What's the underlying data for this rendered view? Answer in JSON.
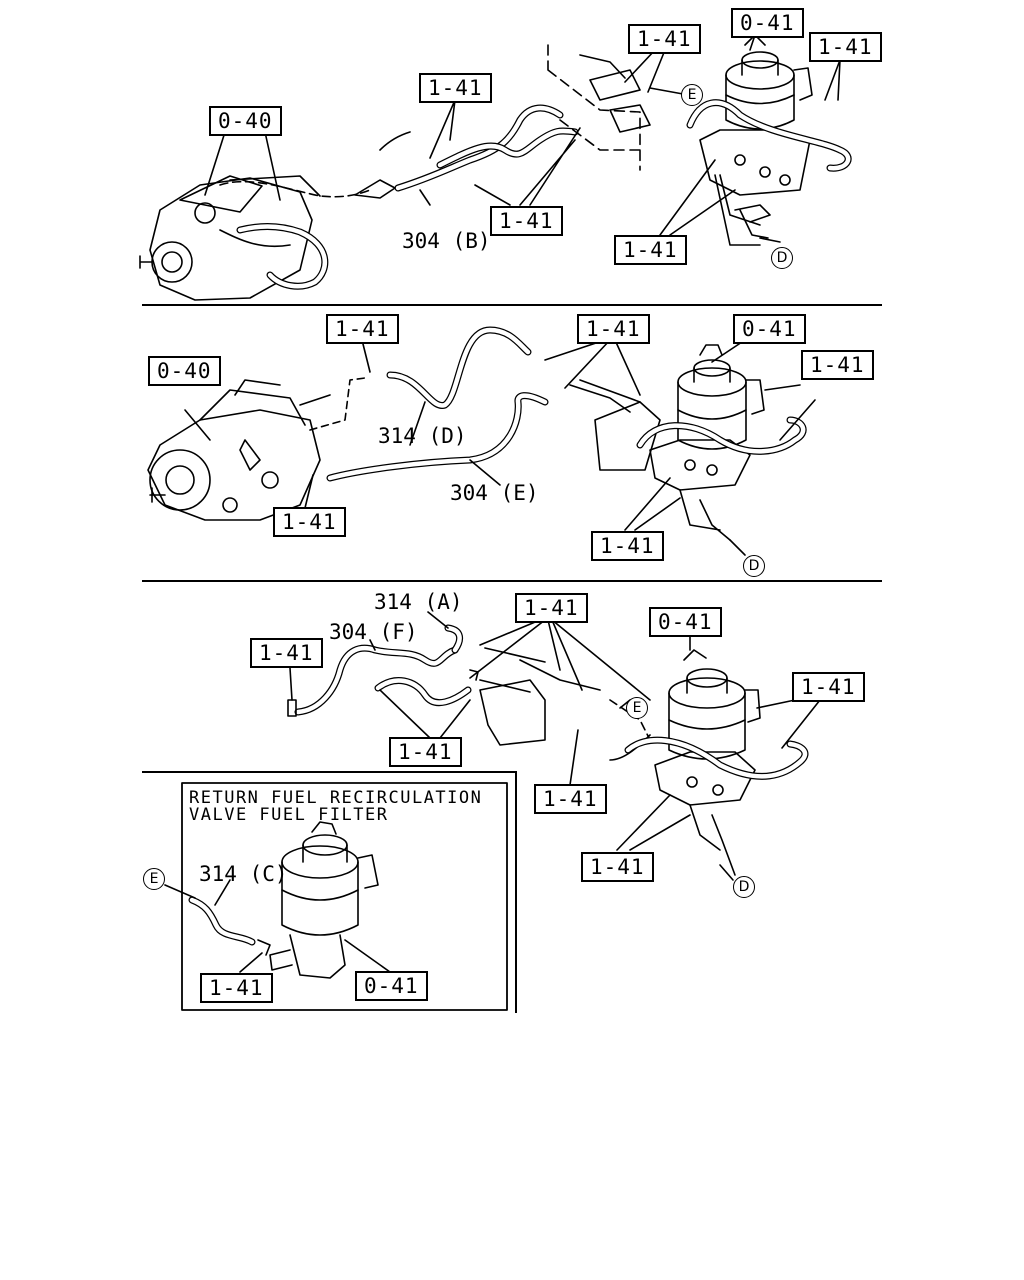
{
  "labels": {
    "code_0_40": "0-40",
    "code_0_41": "0-41",
    "code_1_41": "1-41",
    "hose_304_b": "304 (B)",
    "hose_314_d": "314 (D)",
    "hose_304_e": "304 (E)",
    "hose_314_a": "314 (A)",
    "hose_304_f": "304 (F)",
    "hose_314_c": "314 (C)"
  },
  "connectors": {
    "d": "D",
    "e": "E"
  },
  "inset": {
    "title_line1": "RETURN FUEL RECIRCULATION",
    "title_line2": "VALVE FUEL FILTER"
  }
}
